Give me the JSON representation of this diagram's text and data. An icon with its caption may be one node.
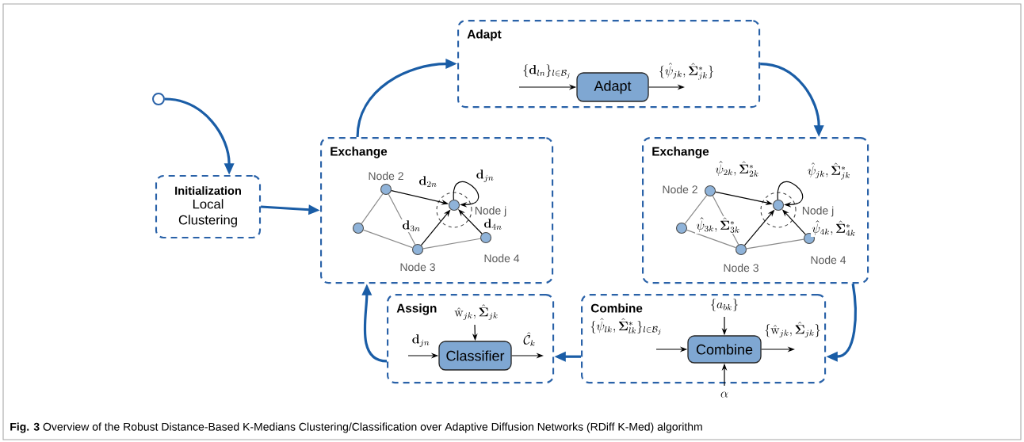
{
  "diagram": {
    "caption": "**Fig. 3** Overview of the Robust Distance-Based K-Medians Clustering/Classification over Adaptive Diffusion Networks (RDiff K-Med) algorithm",
    "nodes": [
      {
        "text": [],
        "shape": "circle"
      },
      {
        "text": [
          "Initialization",
          "Local Clustering"
        ]
      },
      {
        "text": [
          "Adapt"
        ]
      },
      {
        "text": [
          "Adapt"
        ],
        "in": 2
      },
      {
        "text": [
          "Exchange"
        ]
      },
      {
        "text": [],
        "shape": "circle",
        "in": 4
      },
      {
        "text": [],
        "shape": "circle",
        "in": 4,
        "beside": [
          "Node 2"
        ]
      },
      {
        "text": [],
        "shape": "circle",
        "in": 4,
        "beside": [
          "Node 3"
        ]
      },
      {
        "text": [],
        "shape": "circle",
        "in": 4,
        "beside": [
          "Node j"
        ]
      },
      {
        "text": [],
        "shape": "circle",
        "in": 4,
        "beside": [
          "Node 4"
        ]
      },
      {
        "text": [
          "Exchange"
        ]
      },
      {
        "text": [],
        "shape": "circle",
        "in": 10
      },
      {
        "text": [],
        "shape": "circle",
        "in": 10,
        "beside": [
          "Node 2"
        ]
      },
      {
        "text": [],
        "shape": "circle",
        "in": 10,
        "beside": [
          "Node 3"
        ]
      },
      {
        "text": [],
        "shape": "circle",
        "in": 10,
        "beside": [
          "Node j"
        ]
      },
      {
        "text": [],
        "shape": "circle",
        "in": 10,
        "beside": [
          "Node 4"
        ]
      },
      {
        "text": [
          "Assign"
        ]
      },
      {
        "text": [
          "Classifier"
        ],
        "in": 16
      },
      {
        "text": [
          "Combine"
        ]
      },
      {
        "text": [
          "Combine"
        ],
        "in": 18
      }
    ],
    "edges": [
      {
        "from": 0,
        "to": 1,
        "arrow": "to",
        "style": "thick",
        "color": "#1a5da6"
      },
      {
        "from": 1,
        "to": 4,
        "arrow": "to",
        "style": "thick",
        "color": "#1a5da6"
      },
      {
        "from": 4,
        "to": 2,
        "arrow": "to",
        "style": "thick",
        "color": "#1a5da6"
      },
      {
        "from": 2,
        "to": 10,
        "arrow": "to",
        "style": "thick",
        "color": "#1a5da6"
      },
      {
        "from": 10,
        "to": 18,
        "arrow": "to",
        "style": "thick",
        "color": "#1a5da6"
      },
      {
        "from": 18,
        "to": 16,
        "arrow": "to",
        "style": "thick",
        "color": "#1a5da6"
      },
      {
        "from": 16,
        "to": 4,
        "arrow": "to",
        "style": "thick",
        "color": "#1a5da6"
      },
      {
        "from": null,
        "to": 3,
        "arrow": "to",
        "label": "\\{\\mathbf{d}_{ln}\\}_{l\\in\\mathcal{B}_j}"
      },
      {
        "from": 3,
        "to": null,
        "arrow": "to",
        "label": "\\{\\hat{\\psi}_{jk},\\hat{\\mathbf{\\Sigma}}^{*}_{jk}\\}"
      },
      {
        "from": 6,
        "to": 5,
        "arrow": "none",
        "color": "#8a8a8a"
      },
      {
        "from": 5,
        "to": 7,
        "arrow": "none",
        "color": "#8a8a8a"
      },
      {
        "from": 6,
        "to": 7,
        "arrow": "none",
        "color": "#8a8a8a"
      },
      {
        "from": 7,
        "to": 9,
        "arrow": "none",
        "color": "#8a8a8a"
      },
      {
        "from": 6,
        "to": 8,
        "arrow": "to",
        "label": "\\mathbf{d}_{2n}"
      },
      {
        "from": 7,
        "to": 8,
        "arrow": "to",
        "label": "\\mathbf{d}_{3n}"
      },
      {
        "from": 9,
        "to": 8,
        "arrow": "to",
        "label": "\\mathbf{d}_{4n}"
      },
      {
        "from": 8,
        "to": 8,
        "arrow": "to",
        "label": "\\mathbf{d}_{jn}"
      },
      {
        "from": 12,
        "to": 11,
        "arrow": "none",
        "color": "#8a8a8a"
      },
      {
        "from": 11,
        "to": 13,
        "arrow": "none",
        "color": "#8a8a8a"
      },
      {
        "from": 12,
        "to": 13,
        "arrow": "none",
        "color": "#8a8a8a"
      },
      {
        "from": 13,
        "to": 15,
        "arrow": "none",
        "color": "#8a8a8a"
      },
      {
        "from": 12,
        "to": 14,
        "arrow": "to",
        "label": "\\hat{\\psi}_{2k},\\hat{\\mathbf{\\Sigma}}^{*}_{2k}"
      },
      {
        "from": 13,
        "to": 14,
        "arrow": "to",
        "label": "\\hat{\\psi}_{3k},\\hat{\\mathbf{\\Sigma}}^{*}_{3k}"
      },
      {
        "from": 15,
        "to": 14,
        "arrow": "to",
        "label": "\\hat{\\psi}_{4k},\\hat{\\mathbf{\\Sigma}}^{*}_{4k}"
      },
      {
        "from": 14,
        "to": 14,
        "arrow": "to",
        "label": "\\hat{\\psi}_{jk},\\hat{\\mathbf{\\Sigma}}^{*}_{jk}"
      },
      {
        "from": null,
        "to": 19,
        "arrow": "to",
        "label": "\\{\\hat{\\psi}_{lk},\\hat{\\mathbf{\\Sigma}}^{*}_{lk}\\}_{l\\in\\mathcal{B}_j}"
      },
      {
        "from": null,
        "to": 19,
        "arrow": "to",
        "label": "\\{a_{bk}\\}"
      },
      {
        "from": null,
        "to": 19,
        "arrow": "to",
        "label": "\\alpha"
      },
      {
        "from": 19,
        "to": null,
        "arrow": "to",
        "label": "\\{\\hat{\\mathrm{w}}_{jk},\\hat{\\mathbf{\\Sigma}}_{jk}\\}"
      },
      {
        "from": null,
        "to": 17,
        "arrow": "to",
        "label": "\\mathbf{d}_{jn}"
      },
      {
        "from": null,
        "to": 17,
        "arrow": "to",
        "label": "\\hat{\\mathrm{w}}_{jk},\\hat{\\mathbf{\\Sigma}}_{jk}"
      },
      {
        "from": 17,
        "to": null,
        "arrow": "to",
        "label": "\\hat{\\mathcal{C}}_k"
      }
    ]
  }
}
